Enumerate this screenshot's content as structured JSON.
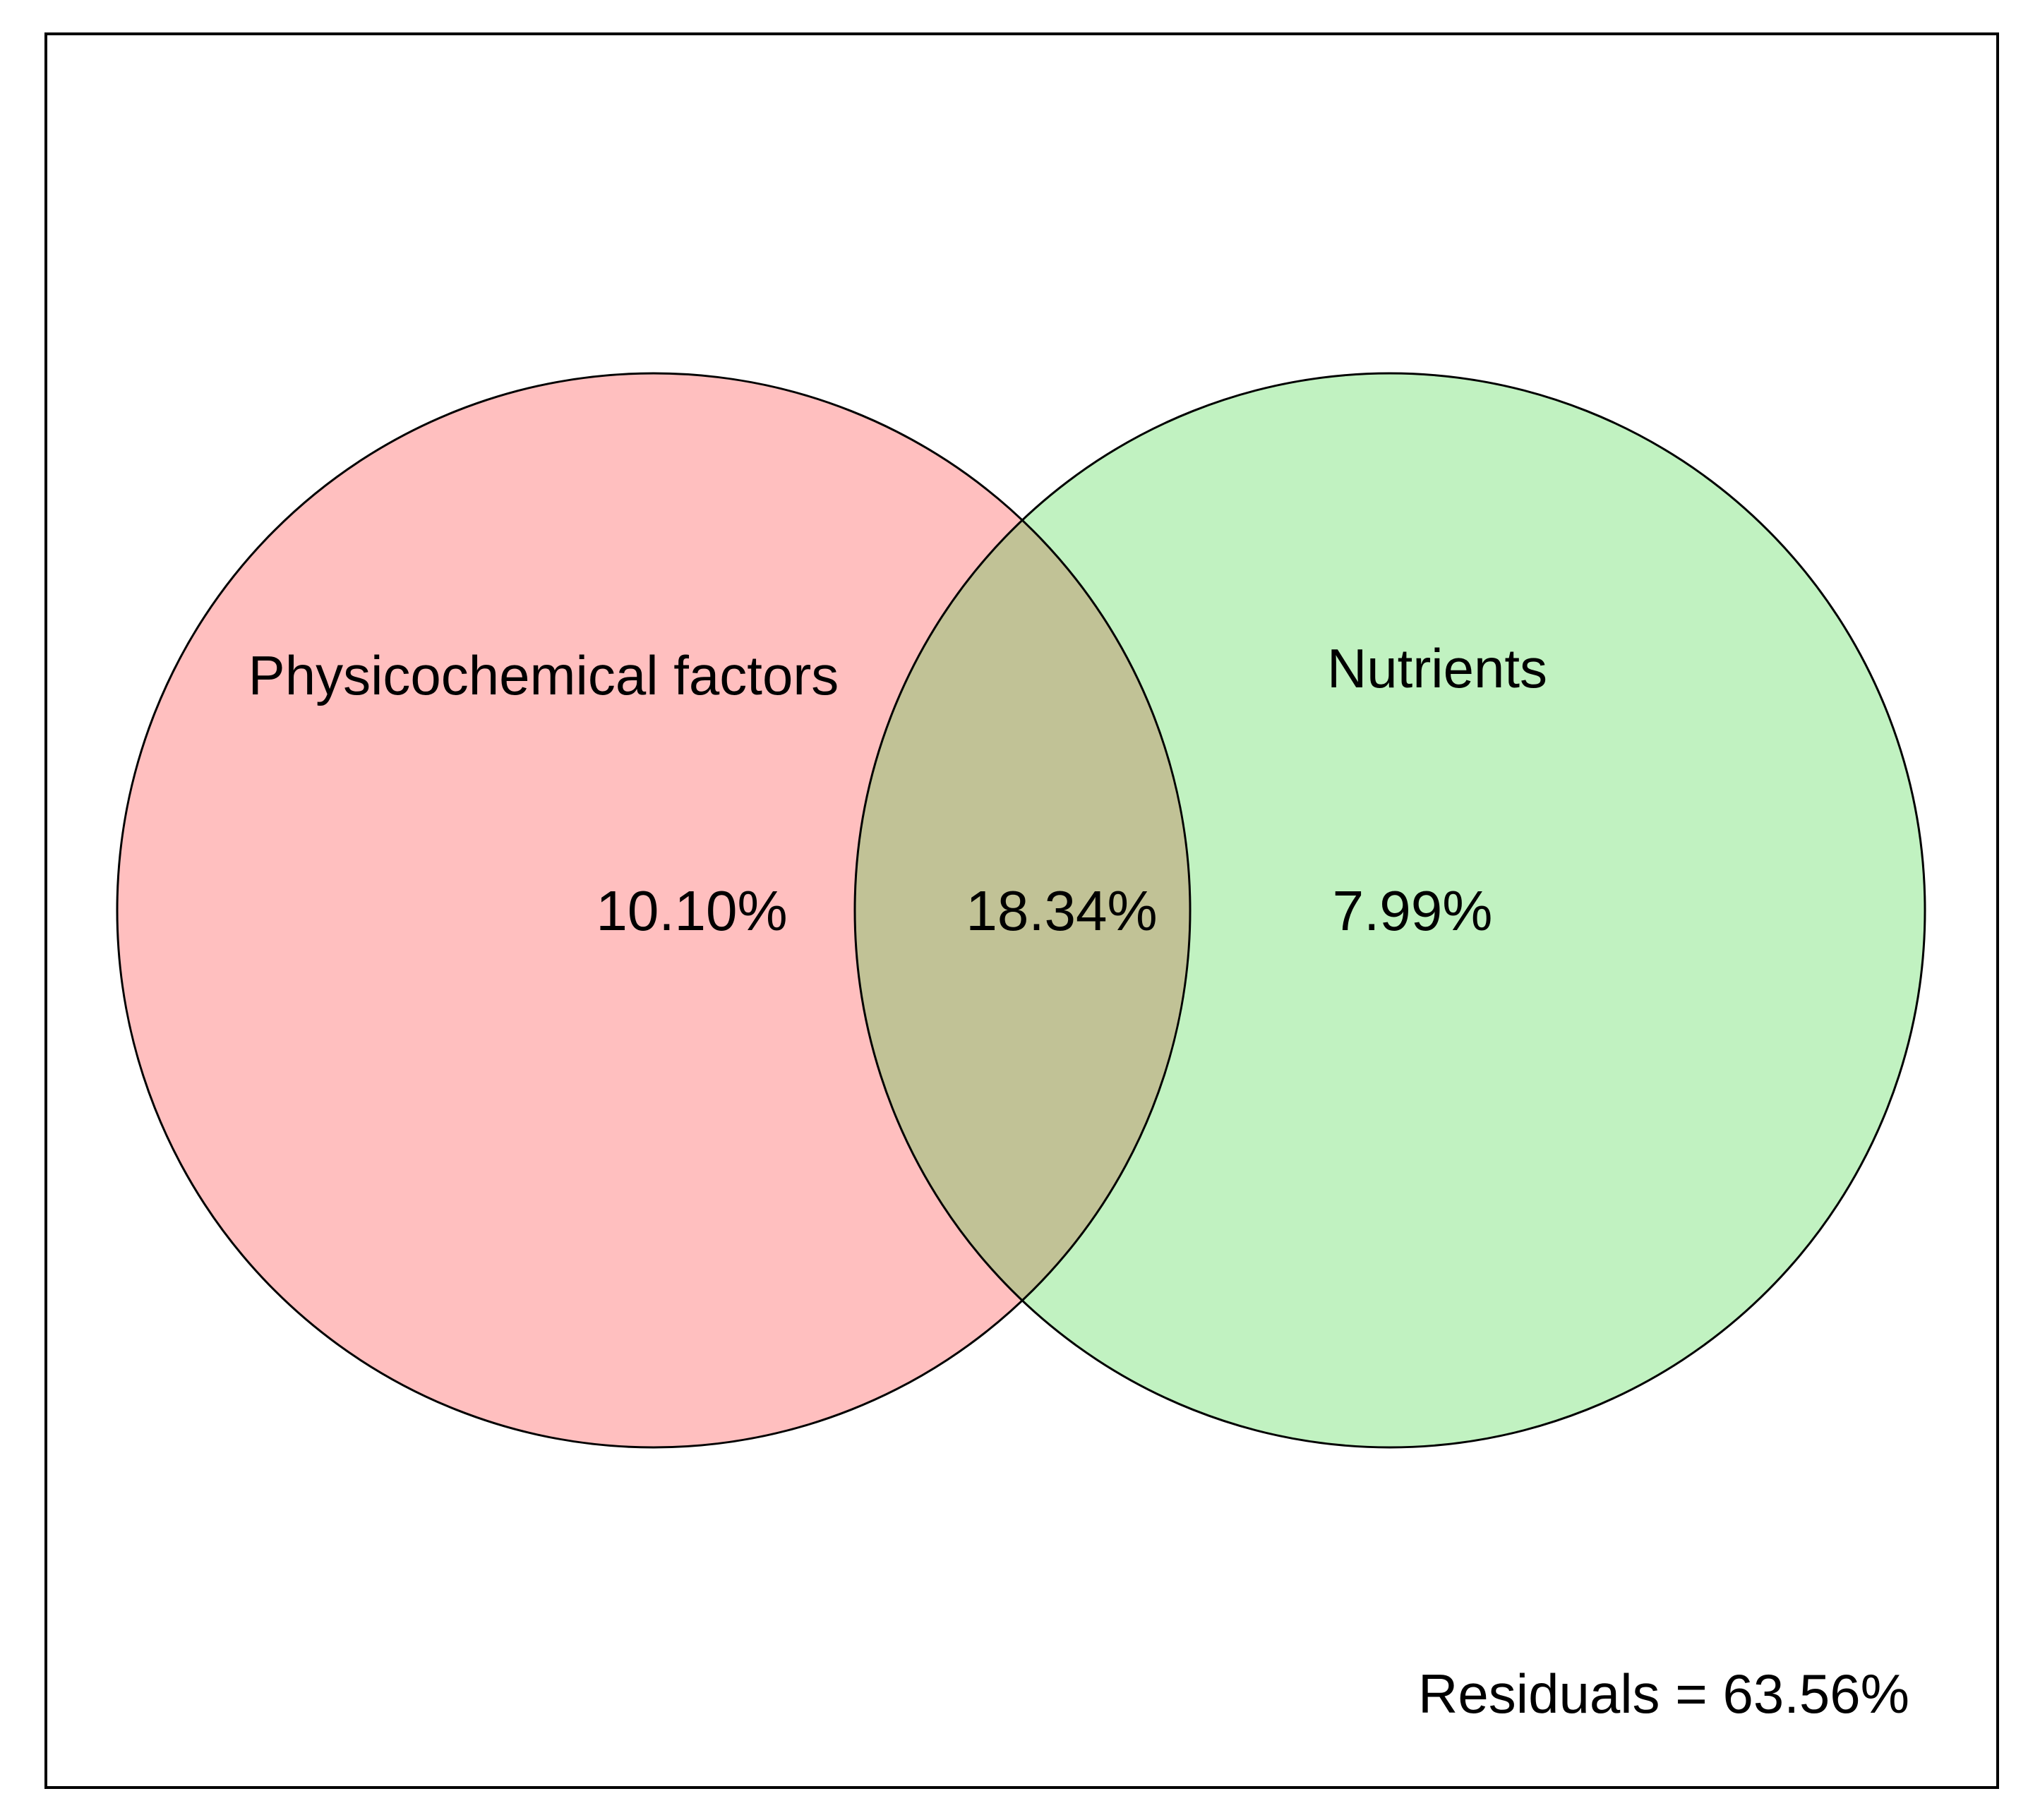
{
  "venn": {
    "sets": [
      {
        "id": "physicochemical",
        "label": "Physicochemical factors",
        "unique_value": "10.10%",
        "fill": "#ff9d9d"
      },
      {
        "id": "nutrients",
        "label": "Nutrients",
        "unique_value": "7.99%",
        "fill": "#94e294"
      }
    ],
    "intersection_value": "18.34%",
    "intersection_fill": "#c1c296",
    "residuals_text": "Residuals = 63.56%",
    "border_color": "#000000",
    "background": "#ffffff"
  }
}
